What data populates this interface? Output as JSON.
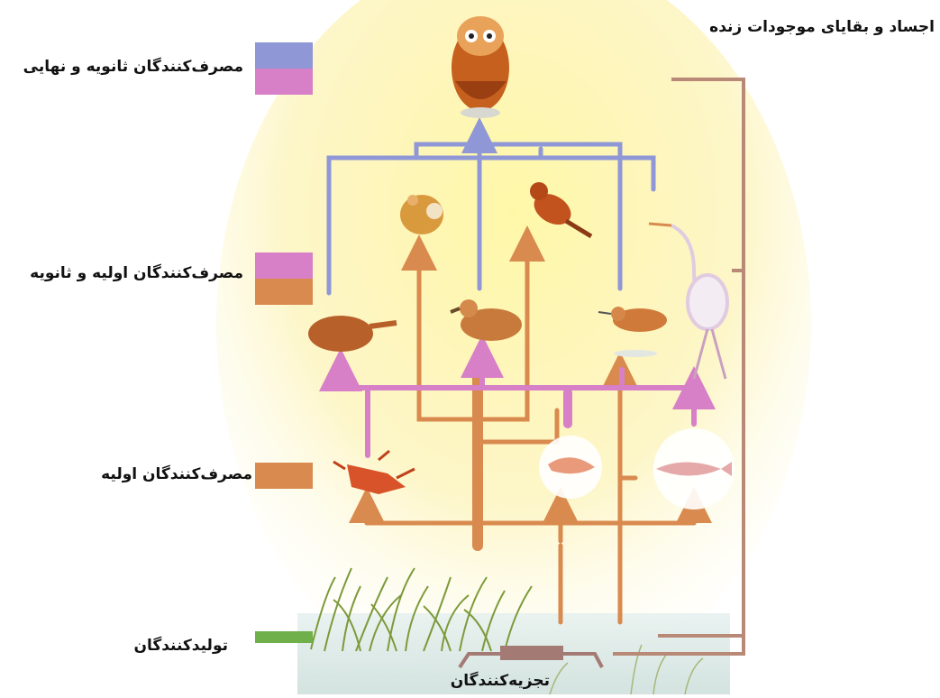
{
  "labels": {
    "secondary_final_consumers": "مصرف‌کنندگان ثانویه و نهایی",
    "primary_secondary_consumers": "مصرف‌کنندگان اولیه و ثانویه",
    "primary_consumers": "مصرف‌کنندگان اولیه",
    "producers": "تولیدکنندگان",
    "decomposers": "تجزیه‌کنندگان",
    "remains": "اجساد و بقایای موجودات زنده"
  },
  "colors": {
    "secondary": "#8f97d6",
    "tertiary": "#d77fc7",
    "primary": "#d98a4e",
    "producer": "#6fb04a",
    "decomposer": "#a47a74",
    "remains_line": "#b98978"
  }
}
